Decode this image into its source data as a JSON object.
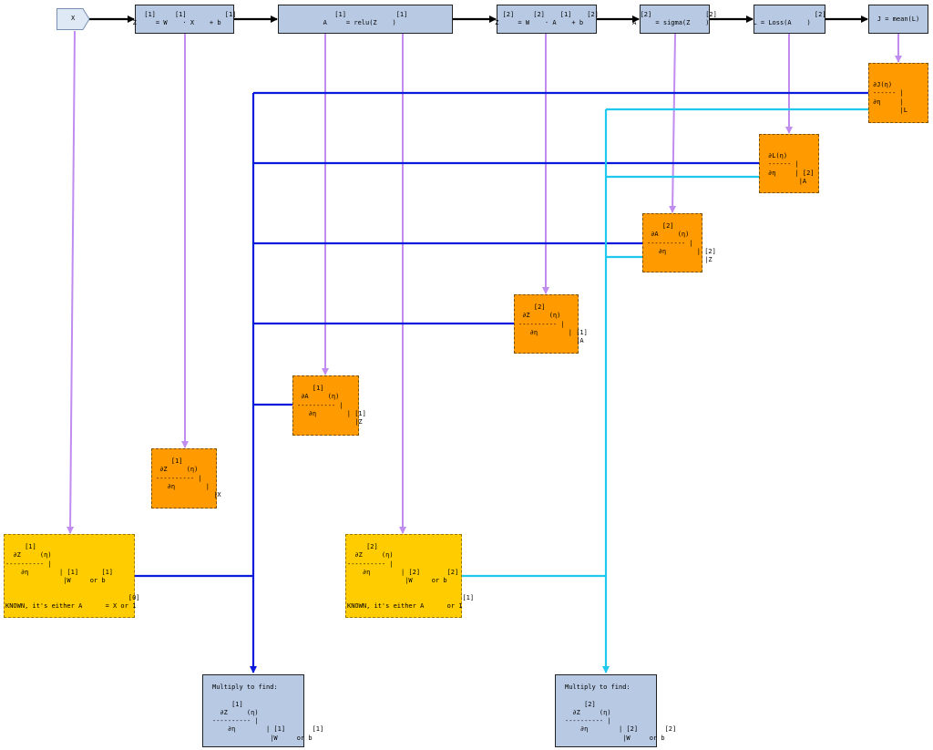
{
  "input_node": {
    "label": "X"
  },
  "forward_nodes": [
    {
      "id": "z1",
      "text": "   [1]     [1]          [1]\nZ     = W    · X    + b"
    },
    {
      "id": "a1",
      "text": "   [1]             [1]\nA     = relu(Z    )"
    },
    {
      "id": "z2",
      "text": "  [2]     [2]    [1]    [2]\nZ     = W    · A    + b"
    },
    {
      "id": "a2",
      "text": "  [2]              [2]\nA     = sigma(Z    )"
    },
    {
      "id": "loss",
      "text": "                [2]\nL = Loss(A    )"
    },
    {
      "id": "cost",
      "text": "J = mean(L)"
    }
  ],
  "gradient_nodes": [
    {
      "id": "dj",
      "text": "∂J(η)\n------ |\n∂η     |\n       |L"
    },
    {
      "id": "dl",
      "text": "∂L(η)\n------ |\n∂η     | [2]\n        |A"
    },
    {
      "id": "da2",
      "text": "    [2]\n ∂A     (η)\n---------- |\n   ∂η        | [2]\n               |Z"
    },
    {
      "id": "dz2",
      "text": "    [2]\n ∂Z     (η)\n---------- |\n   ∂η        | [1]\n               |A"
    },
    {
      "id": "da1",
      "text": "    [1]\n ∂A     (η)\n---------- |\n   ∂η        | [1]\n               |Z"
    },
    {
      "id": "dz1",
      "text": "    [1]\n ∂Z     (η)\n---------- |\n   ∂η        |\n               |X"
    }
  ],
  "known_nodes": [
    {
      "id": "k1",
      "text": "     [1]\n  ∂Z     (η)\n---------- |\n    ∂η        | [1]      [1]\n               |W     or b\n\n                                [0]\nKNOWN, it's either A      = X or 1"
    },
    {
      "id": "k2",
      "text": "     [2]\n  ∂Z     (η)\n---------- |\n    ∂η        | [2]       [2]\n               |W     or b\n\n                              [1]\nKNOWN, it's either A      or 1"
    }
  ],
  "result_nodes": [
    {
      "id": "r1",
      "text": "Multiply to find:\n\n     [1]\n  ∂Z     (η)\n---------- |\n    ∂η        | [1]       [1]\n               |W     or b"
    },
    {
      "id": "r2",
      "text": "Multiply to find:\n\n     [2]\n  ∂Z     (η)\n---------- |\n    ∂η        | [2]       [2]\n               |W     or b"
    }
  ],
  "colors": {
    "forward_box": "#b8c9e4",
    "gradient_box": "#ff9a00",
    "known_box": "#ffcc00",
    "forward_arrow": "#000000",
    "local_grad_arrow": "#c08cf0",
    "chain_layer1": "#0a1adc",
    "chain_layer2": "#1ec8ee"
  }
}
